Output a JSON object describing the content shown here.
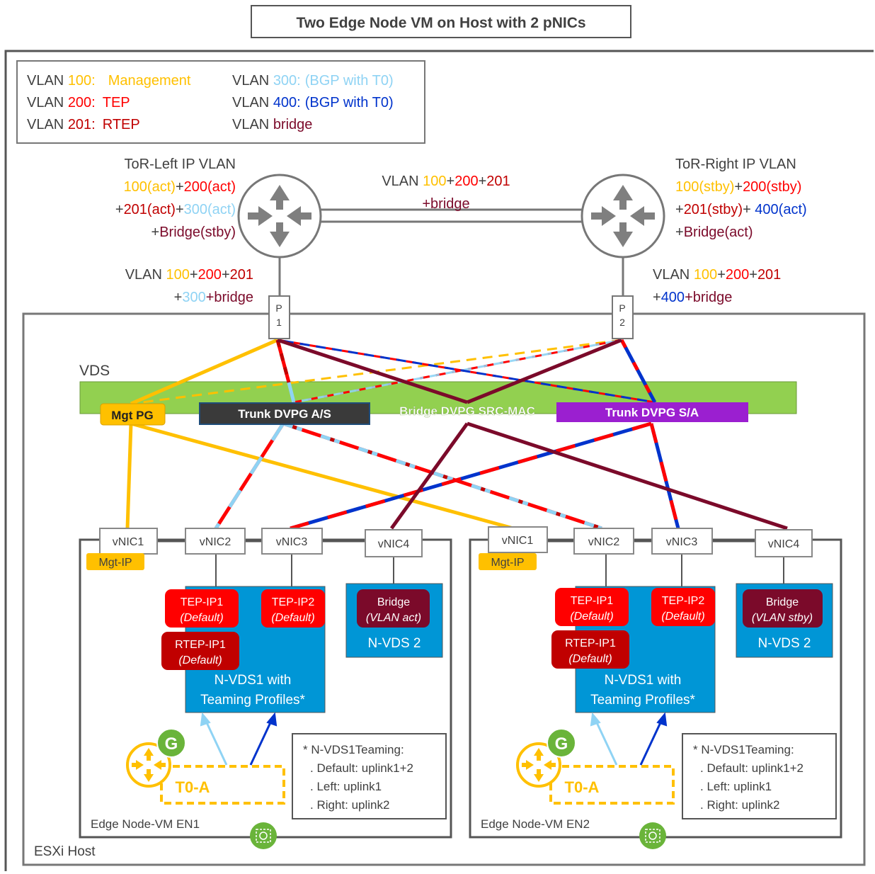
{
  "title": "Two Edge Node VM on Host with 2 pNICs",
  "colors": {
    "mgmt": "#FFC000",
    "tep": "#FF0000",
    "rtep": "#C00000",
    "bgp300": "#8FD3F4",
    "bgp400": "#0033CC",
    "bridge": "#7B0A2A",
    "vds": "#92D050",
    "nvds": "#0096D6",
    "trunk_as": "#3A3A3A",
    "trunk_sa": "#9B1FD0",
    "router_gray": "#7F7F7F",
    "green_badge": "#6AB43A"
  },
  "legend": {
    "rows": [
      {
        "l_prefix": "VLAN ",
        "l_num": "100:",
        "l_desc": "Management",
        "r_prefix": "VLAN ",
        "r_num": "300:",
        "r_desc": "(BGP with T0)"
      },
      {
        "l_prefix": "VLAN ",
        "l_num": "200:",
        "l_desc": "TEP",
        "r_prefix": "VLAN ",
        "r_num": "400:",
        "r_desc": "(BGP with T0)"
      },
      {
        "l_prefix": "VLAN ",
        "l_num": "201:",
        "l_desc": "RTEP",
        "r_prefix": "VLAN ",
        "r_num": "bridge",
        "r_desc": ""
      }
    ]
  },
  "tor_left": {
    "title": "ToR-Left IP VLAN",
    "line1": [
      "100(act)",
      "+",
      "200(act)"
    ],
    "line2": [
      "+",
      "201(act)",
      "+",
      "300(act)"
    ],
    "line3": [
      "+",
      "Bridge(stby)"
    ]
  },
  "tor_right": {
    "title": "ToR-Right IP VLAN",
    "line1": [
      "100(stby)",
      "+",
      "200(stby)"
    ],
    "line2": [
      "+",
      "201(stby)",
      "+",
      " 400(act)"
    ],
    "line3": [
      "+",
      "Bridge(act)"
    ]
  },
  "interlink": {
    "line1": [
      "VLAN ",
      "100",
      "+",
      "200",
      "+",
      "201"
    ],
    "line2": "+bridge"
  },
  "p1_vlans": {
    "line1": [
      "VLAN ",
      "100",
      "+",
      "200",
      "+",
      "201"
    ],
    "line2": [
      "+",
      "300",
      "+bridge"
    ]
  },
  "p2_vlans": {
    "line1": [
      "VLAN ",
      "100",
      "+",
      "200",
      "+",
      "201"
    ],
    "line2": [
      "+",
      "400",
      "+bridge"
    ]
  },
  "ports": {
    "p1": [
      "P",
      "1"
    ],
    "p2": [
      "P",
      "2"
    ]
  },
  "vds": {
    "label": "VDS",
    "mgt_pg": "Mgt PG",
    "trunk_as": "Trunk DVPG A/S",
    "bridge_pg": "Bridge DVPG SRC-MAC",
    "trunk_sa": "Trunk  DVPG S/A"
  },
  "edge_nodes": [
    {
      "name": "Edge Node-VM EN1",
      "vnics": [
        "vNIC1",
        "vNIC2",
        "vNIC3",
        "vNIC4"
      ],
      "mgt_ip": "Mgt-IP",
      "tep1": [
        "TEP-IP1",
        "(Default)"
      ],
      "tep2": [
        "TEP-IP2",
        "(Default)"
      ],
      "rtep": [
        "RTEP-IP1",
        "(Default)"
      ],
      "nvds1": [
        "N-VDS1 with",
        "Teaming Profiles*"
      ],
      "bridge": [
        "Bridge",
        "(VLAN act)"
      ],
      "nvds2": "N-VDS 2",
      "t0": "T0-A",
      "g": "G",
      "teaming": [
        "* N-VDS1Teaming:",
        ". Default: uplink1+2",
        ". Left: uplink1",
        ". Right: uplink2"
      ]
    },
    {
      "name": "Edge Node-VM EN2",
      "vnics": [
        "vNIC1",
        "vNIC2",
        "vNIC3",
        "vNIC4"
      ],
      "mgt_ip": "Mgt-IP",
      "tep1": [
        "TEP-IP1",
        "(Default)"
      ],
      "tep2": [
        "TEP-IP2",
        "(Default)"
      ],
      "rtep": [
        "RTEP-IP1",
        "(Default)"
      ],
      "nvds1": [
        "N-VDS1 with",
        "Teaming Profiles*"
      ],
      "bridge": [
        "Bridge",
        "(VLAN stby)"
      ],
      "nvds2": "N-VDS 2",
      "t0": "T0-A",
      "g": "G",
      "teaming": [
        "* N-VDS1Teaming:",
        ". Default: uplink1+2",
        ". Left: uplink1",
        ". Right: uplink2"
      ]
    }
  ],
  "esxi_host": "ESXi Host"
}
